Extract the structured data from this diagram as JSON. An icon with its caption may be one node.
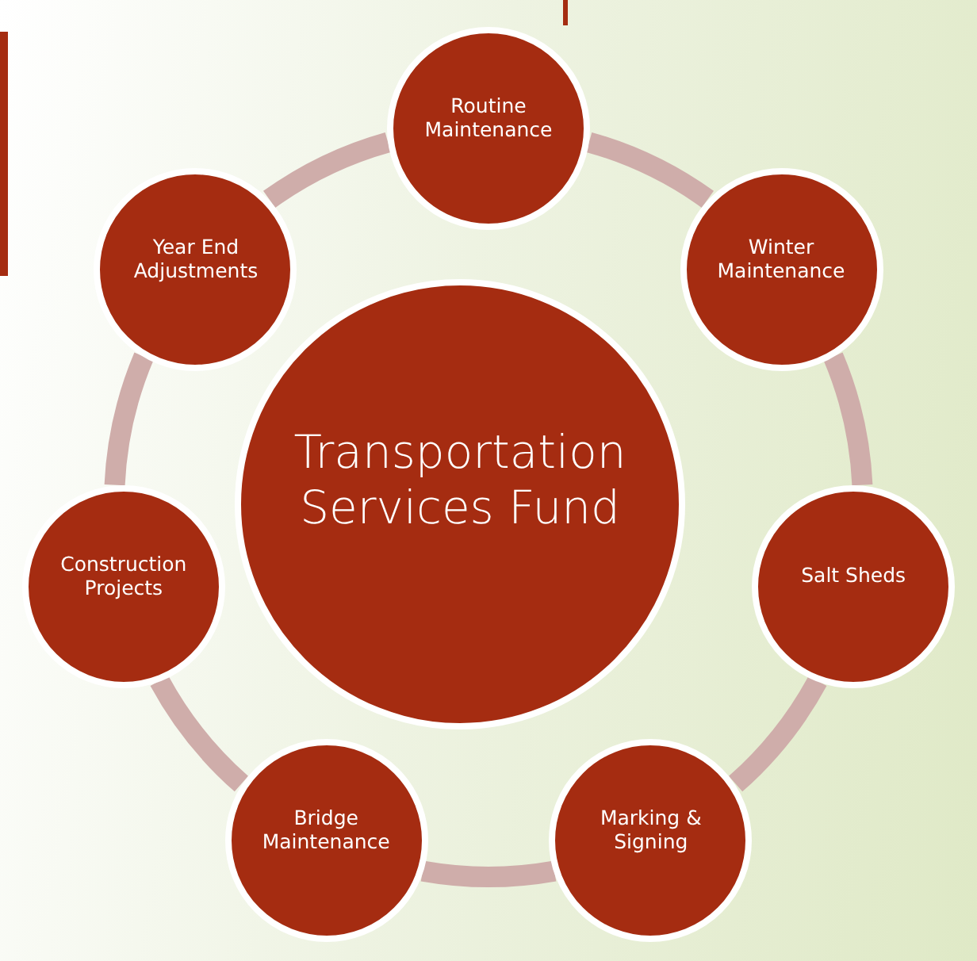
{
  "diagram": {
    "nodes": [
      {
        "text": [
          "Transportation Services Fund"
        ]
      },
      {
        "text": [
          "Routine Maintenance"
        ]
      },
      {
        "text": [
          "Winter Maintenance"
        ]
      },
      {
        "text": [
          "Salt Sheds"
        ]
      },
      {
        "text": [
          "Marking & Signing"
        ]
      },
      {
        "text": [
          "Bridge Maintenance"
        ]
      },
      {
        "text": [
          "Construction Projects"
        ]
      },
      {
        "text": [
          "Year End Adjustments"
        ]
      }
    ],
    "edges": [
      {
        "from": 1,
        "to": 2,
        "arrow": "none"
      },
      {
        "from": 2,
        "to": 3,
        "arrow": "none"
      },
      {
        "from": 3,
        "to": 4,
        "arrow": "none"
      },
      {
        "from": 4,
        "to": 5,
        "arrow": "none"
      },
      {
        "from": 5,
        "to": 6,
        "arrow": "none"
      },
      {
        "from": 6,
        "to": 7,
        "arrow": "none"
      },
      {
        "from": 7,
        "to": 1,
        "arrow": "none"
      }
    ]
  }
}
